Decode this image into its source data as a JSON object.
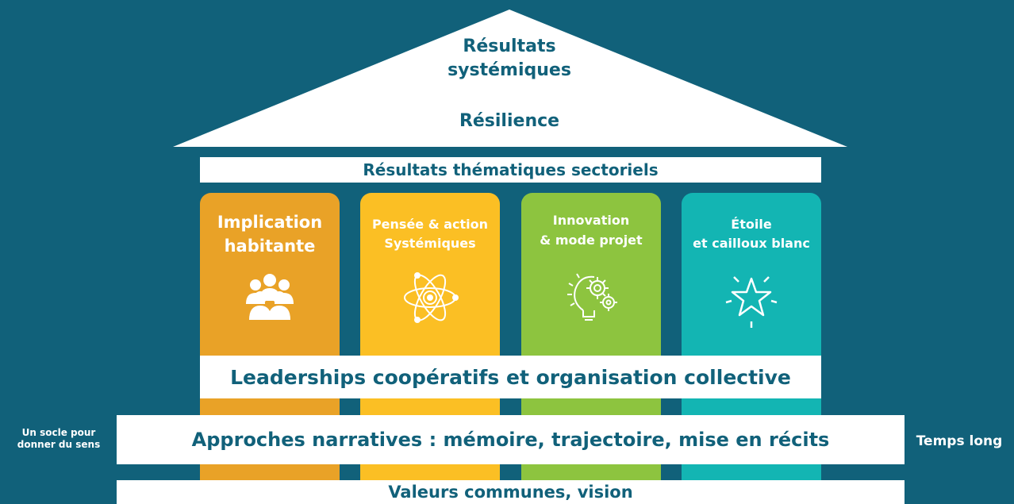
{
  "roof": {
    "title_line1": "Résultats",
    "title_line2": "systémiques",
    "subtitle": "Résilience"
  },
  "beam": {
    "label": "Résultats thématiques sectoriels"
  },
  "pillars": [
    {
      "line1": "Implication",
      "line2": "habitante",
      "icon": "people-group-icon",
      "color": "#e9a227"
    },
    {
      "line1": "Pensée & action",
      "line2": "Systémiques",
      "icon": "atom-icon",
      "color": "#fbbf24"
    },
    {
      "line1": "Innovation",
      "line2": "& mode projet",
      "icon": "lightbulb-gears-icon",
      "color": "#8dc43f"
    },
    {
      "line1": "Étoile",
      "line2": "et cailloux blanc",
      "icon": "star-icon",
      "color": "#13b5b3"
    }
  ],
  "bands": {
    "leadership": "Leaderships coopératifs et organisation collective",
    "narratives": "Approches narratives : mémoire, trajectoire, mise en récits",
    "values": "Valeurs communes, vision"
  },
  "side": {
    "left_line1": "Un socle pour",
    "left_line2": "donner du sens",
    "right": "Temps long"
  }
}
